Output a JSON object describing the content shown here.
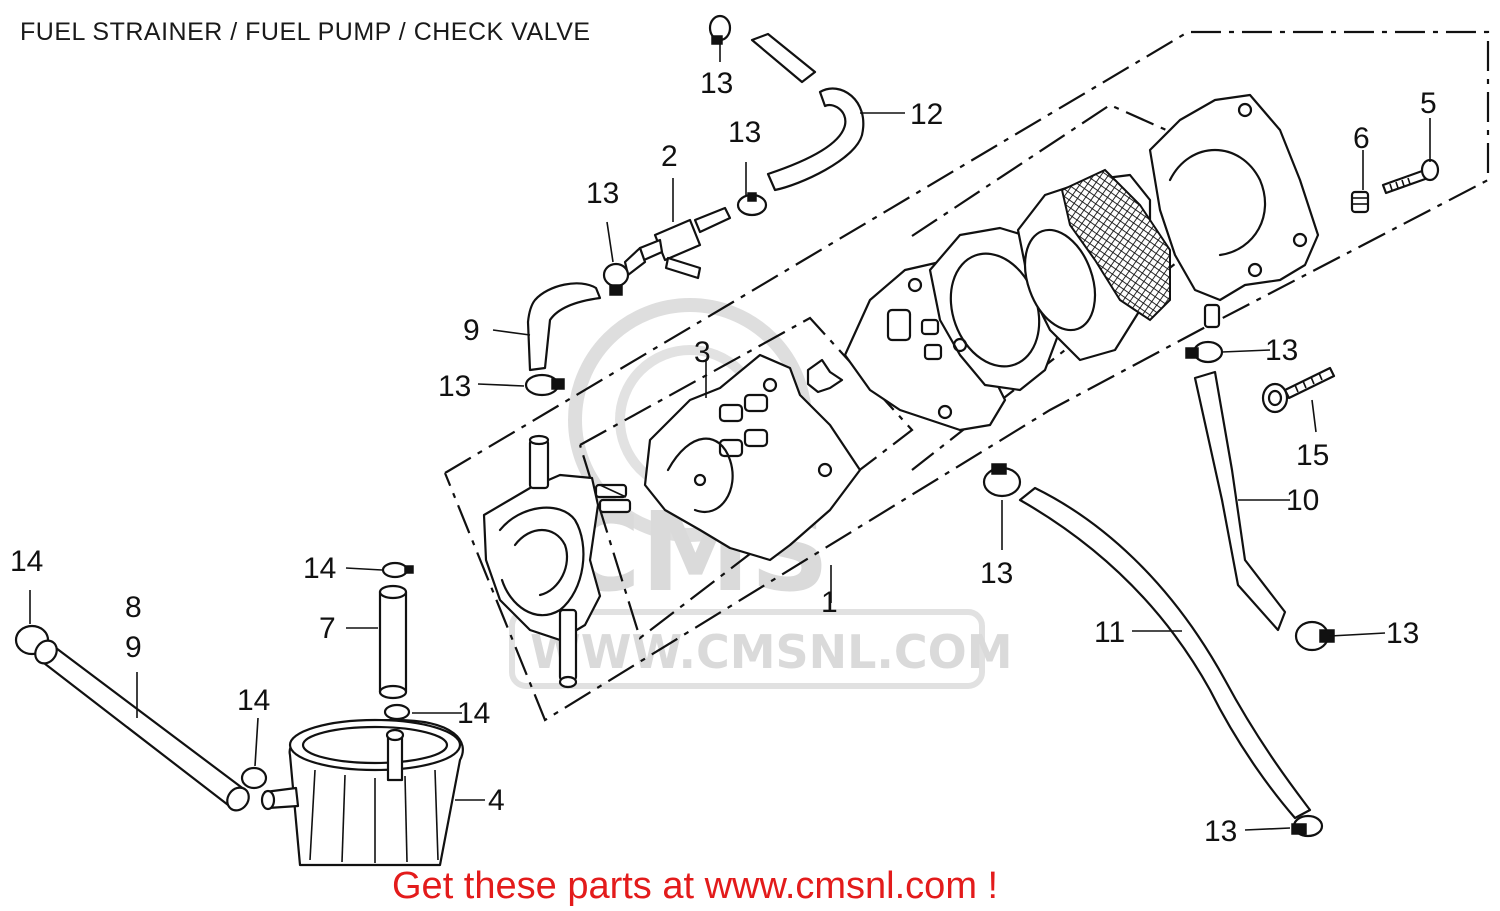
{
  "title": "FUEL STRAINER / FUEL PUMP /  CHECK VALVE",
  "footer": "Get these parts at www.cmsnl.com !",
  "watermark": {
    "brand": "CMS",
    "url": "WWW.CMSNL.COM"
  },
  "colors": {
    "footer": "#e31b1b",
    "ink": "#111111",
    "watermark": "#d4d4d4"
  },
  "callouts": [
    {
      "id": "c1",
      "label": "1"
    },
    {
      "id": "c2",
      "label": "2"
    },
    {
      "id": "c3",
      "label": "3"
    },
    {
      "id": "c4",
      "label": "4"
    },
    {
      "id": "c5",
      "label": "5"
    },
    {
      "id": "c6",
      "label": "6"
    },
    {
      "id": "c7",
      "label": "7"
    },
    {
      "id": "c8",
      "label": "8"
    },
    {
      "id": "c9a",
      "label": "9"
    },
    {
      "id": "c9b",
      "label": "9"
    },
    {
      "id": "c10",
      "label": "10"
    },
    {
      "id": "c11",
      "label": "11"
    },
    {
      "id": "c12",
      "label": "12"
    },
    {
      "id": "c13a",
      "label": "13"
    },
    {
      "id": "c13b",
      "label": "13"
    },
    {
      "id": "c13c",
      "label": "13"
    },
    {
      "id": "c13d",
      "label": "13"
    },
    {
      "id": "c13e",
      "label": "13"
    },
    {
      "id": "c13f",
      "label": "13"
    },
    {
      "id": "c13g",
      "label": "13"
    },
    {
      "id": "c13h",
      "label": "13"
    },
    {
      "id": "c14a",
      "label": "14"
    },
    {
      "id": "c14b",
      "label": "14"
    },
    {
      "id": "c14c",
      "label": "14"
    },
    {
      "id": "c14d",
      "label": "14"
    },
    {
      "id": "c15",
      "label": "15"
    }
  ]
}
